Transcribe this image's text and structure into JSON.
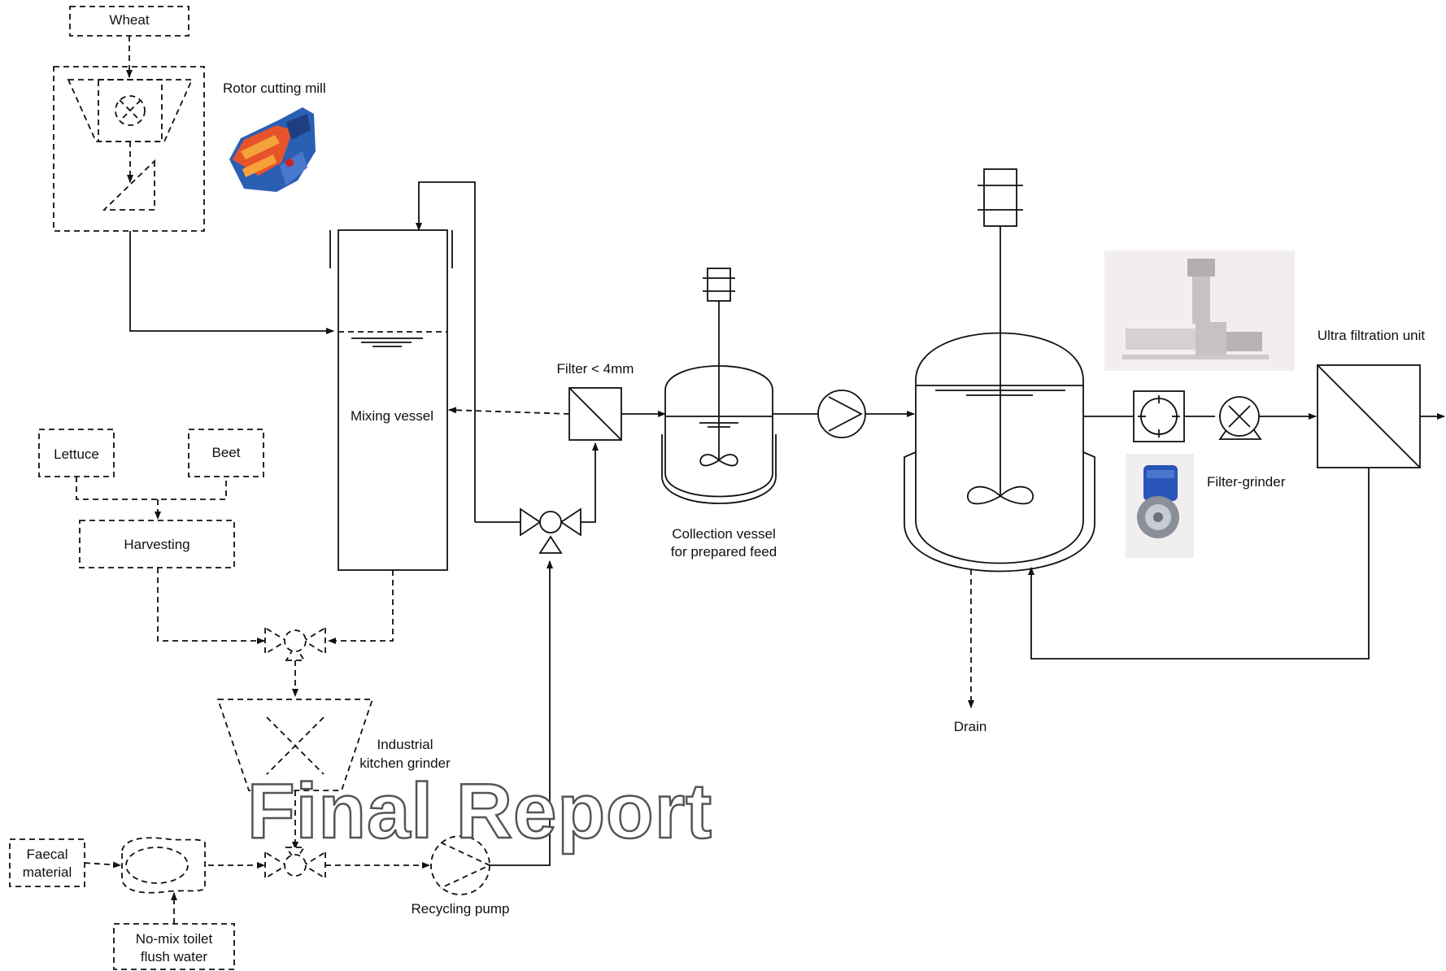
{
  "labels": {
    "wheat": "Wheat",
    "rotor_cutting_mill": "Rotor cutting mill",
    "lettuce": "Lettuce",
    "beet": "Beet",
    "harvesting": "Harvesting",
    "mixing_vessel": "Mixing vessel",
    "filter": "Filter < 4mm",
    "collection_vessel_line1": "Collection vessel",
    "collection_vessel_line2": "for prepared feed",
    "ultra_filtration_unit": "Ultra filtration unit",
    "filter_grinder": "Filter-grinder",
    "drain": "Drain",
    "industrial_kitchen_grinder_line1": "Industrial",
    "industrial_kitchen_grinder_line2": "kitchen grinder",
    "faecal_material_line1": "Faecal",
    "faecal_material_line2": "material",
    "no_mix_toilet_line1": "No-mix toilet",
    "no_mix_toilet_line2": "flush water",
    "recycling_pump": "Recycling pump"
  },
  "watermark": "Final Report",
  "photos": [
    "rotor-cutting-mill-photo",
    "ultra-filtration-unit-photo",
    "filter-grinder-photo"
  ],
  "colors": {
    "line": "#111111",
    "mill_orange": "#e8542a",
    "mill_blue": "#2b5fb4",
    "grinder_blue": "#2a55b8",
    "uf_photo_bg": "#f3eeee"
  }
}
